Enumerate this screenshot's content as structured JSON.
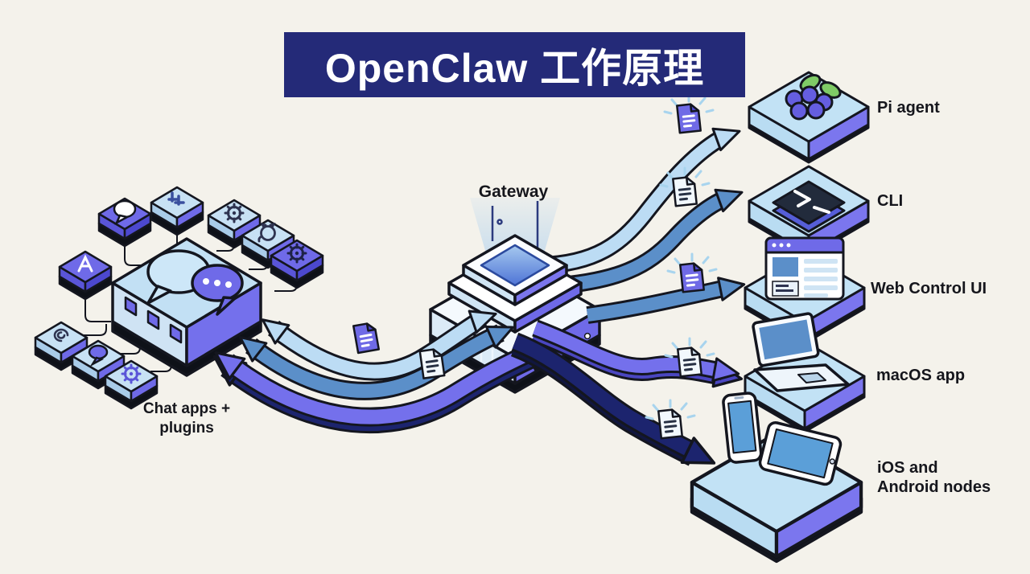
{
  "title": {
    "text": "OpenClaw 工作原理"
  },
  "gateway": {
    "label": "Gateway"
  },
  "left_cluster": {
    "label_line1": "Chat apps +",
    "label_line2": "plugins",
    "hub_icon": "chat-bubbles-icon",
    "satellite_icons": [
      "speech-bubble-icon",
      "slack-icon",
      "gear-icon",
      "github-icon",
      "gear-icon",
      "app-store-icon",
      "swirl-icon",
      "chat-bubble-icon",
      "gear-icon"
    ]
  },
  "nodes": [
    {
      "id": "pi-agent",
      "label": "Pi agent",
      "icon": "raspberry-pi-icon"
    },
    {
      "id": "cli",
      "label": "CLI",
      "icon": "terminal-icon"
    },
    {
      "id": "web-control-ui",
      "label": "Web Control UI",
      "icon": "browser-window-icon"
    },
    {
      "id": "macos-app",
      "label": "macOS app",
      "icon": "laptop-icon"
    },
    {
      "id": "ios-android",
      "label_line1": "iOS and",
      "label_line2": "Android nodes",
      "icon": "smartphones-icon"
    }
  ],
  "flows": {
    "chat_to_gateway": "bidirectional",
    "gateway_outputs": [
      "Pi agent",
      "CLI",
      "Web Control UI",
      "macOS app",
      "iOS and Android nodes"
    ],
    "message_icon": "document-icon"
  },
  "colors": {
    "background": "#f4f2eb",
    "banner": "#242a78",
    "accent_purple": "#6f6ae8",
    "light_blue": "#c2e2f5",
    "steel_blue": "#5b8fc9",
    "navy": "#1c246e",
    "outline": "#14161f"
  }
}
